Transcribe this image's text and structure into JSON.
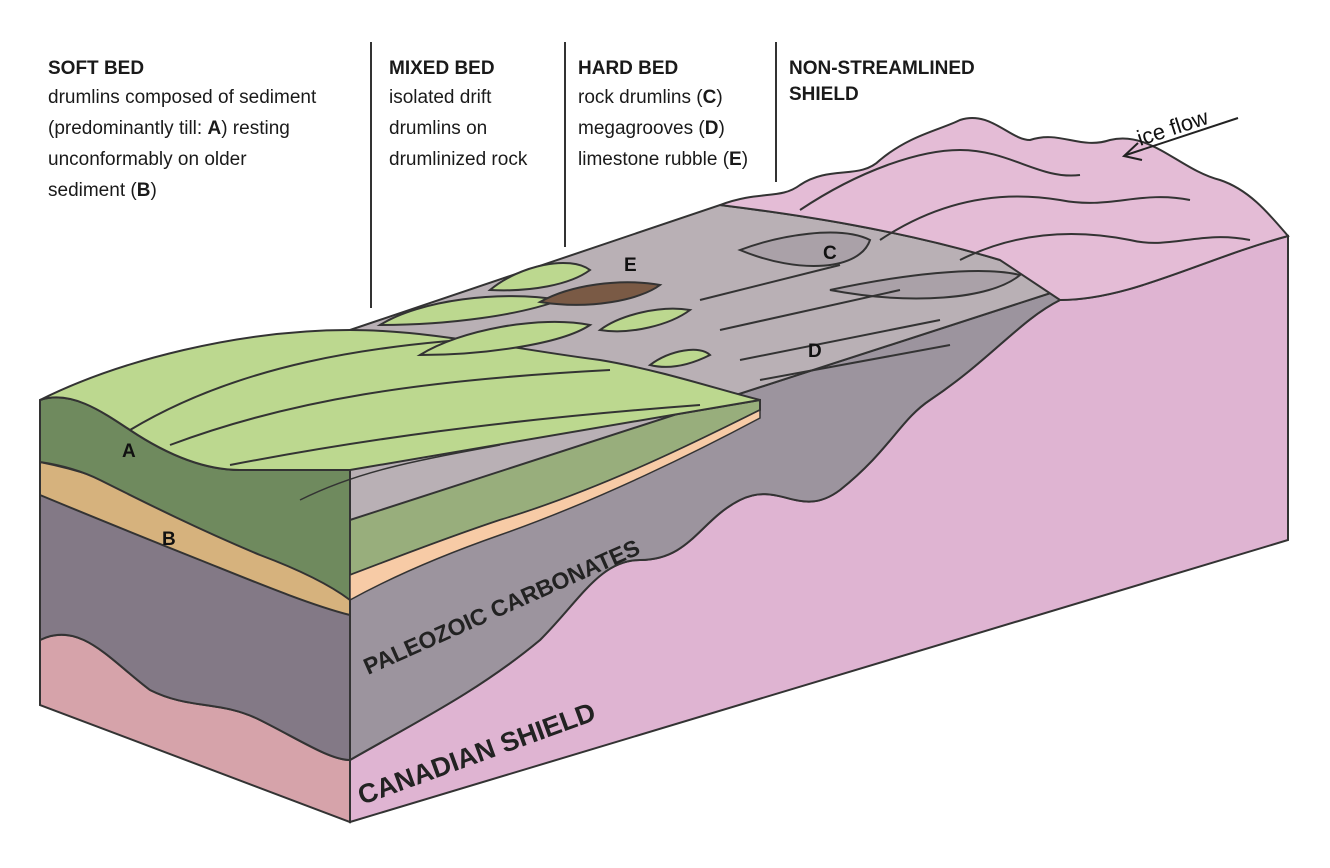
{
  "zones": {
    "soft_bed": {
      "title": "SOFT BED",
      "lines": [
        {
          "pre": "drumlins composed of sediment",
          "key": "",
          "post": ""
        },
        {
          "pre": "(predominantly till: ",
          "key": "A",
          "post": ") resting"
        },
        {
          "pre": "unconformably on older",
          "key": "",
          "post": ""
        },
        {
          "pre": "sediment (",
          "key": "B",
          "post": ")"
        }
      ]
    },
    "mixed_bed": {
      "title": "MIXED BED",
      "lines": [
        {
          "pre": "isolated drift",
          "key": "",
          "post": ""
        },
        {
          "pre": "drumlins on",
          "key": "",
          "post": ""
        },
        {
          "pre": "drumlinized rock",
          "key": "",
          "post": ""
        }
      ]
    },
    "hard_bed": {
      "title": "HARD BED",
      "lines": [
        {
          "pre": "rock drumlins (",
          "key": "C",
          "post": ")"
        },
        {
          "pre": "megagrooves (",
          "key": "D",
          "post": ")"
        },
        {
          "pre": "limestone rubble (",
          "key": "E",
          "post": ")"
        }
      ]
    },
    "non_streamlined": {
      "title": "NON-STREAMLINED",
      "title2": "SHIELD"
    }
  },
  "labels": {
    "ice_flow": "ice flow",
    "a": "A",
    "b": "B",
    "c": "C",
    "d": "D",
    "e": "E",
    "paleozoic": "PALEOZOIC CARBONATES",
    "shield": "CANADIAN SHIELD"
  },
  "colors": {
    "drumlin_green": "#bcd88f",
    "till_dark": "#6f8a5e",
    "side_green": "#98ae7c",
    "older_sediment": "#d4b37e",
    "peach": "#f7cba6",
    "carbonate_top": "#b7afb3",
    "carbonate_face": "#9a919b",
    "carbonate_dark": "#7a707c",
    "rubble": "#7a5a45",
    "shield_pink": "#e2b7d2",
    "shield_face": "#d9b0cf",
    "shield_front": "#d7a5ac"
  }
}
